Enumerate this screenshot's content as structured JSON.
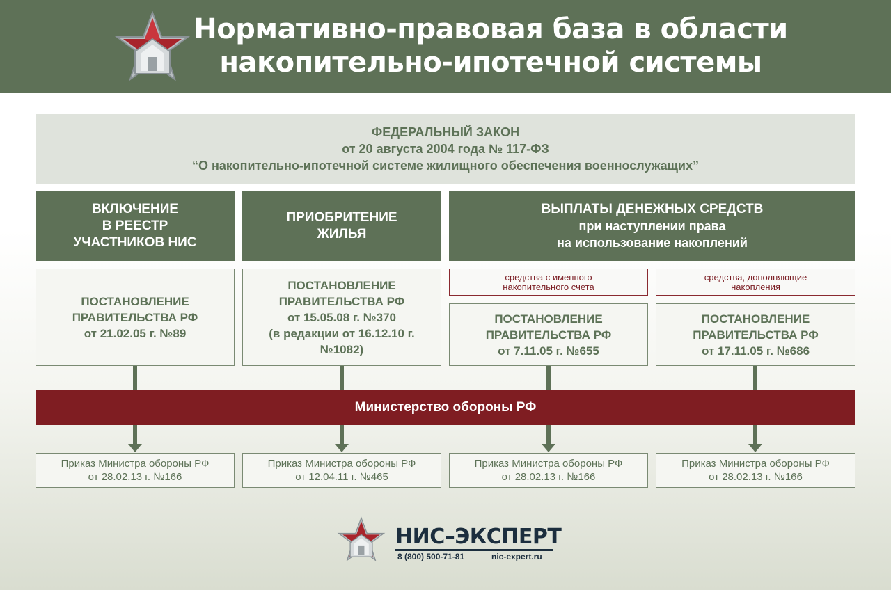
{
  "header": {
    "title_lines": [
      "Нормативно-правовая база в области",
      "накопительно-ипотечной системы"
    ]
  },
  "law": {
    "lines": [
      "ФЕДЕРАЛЬНЫЙ ЗАКОН",
      "от 20 августа 2004 года № 117-ФЗ",
      "“О накопительно-ипотечной системе жилищного обеспечения военнослужащих”"
    ]
  },
  "categories": [
    {
      "lines": [
        "ВКЛЮЧЕНИЕ",
        "В РЕЕСТР",
        "УЧАСТНИКОВ НИС"
      ]
    },
    {
      "lines": [
        "ПРИОБРИТЕНИЕ",
        "ЖИЛЬЯ"
      ]
    },
    {
      "lines": [
        "ВЫПЛАТЫ ДЕНЕЖНЫХ СРЕДСТВ",
        "при наступлении права",
        "на использование накоплений"
      ]
    }
  ],
  "notes": [
    {
      "lines": [
        "средства с именного",
        "накопительного счета"
      ]
    },
    {
      "lines": [
        "средства, дополняющие",
        "накопления"
      ]
    }
  ],
  "decrees": [
    {
      "lines": [
        "ПОСТАНОВЛЕНИЕ",
        "ПРАВИТЕЛЬСТВА РФ",
        "от 21.02.05 г. №89"
      ]
    },
    {
      "lines": [
        "ПОСТАНОВЛЕНИЕ",
        "ПРАВИТЕЛЬСТВА РФ",
        "от 15.05.08 г. №370",
        "(в редакции от 16.12.10 г.",
        "№1082)"
      ]
    },
    {
      "lines": [
        "ПОСТАНОВЛЕНИЕ",
        "ПРАВИТЕЛЬСТВА РФ",
        "от 7.11.05 г. №655"
      ]
    },
    {
      "lines": [
        "ПОСТАНОВЛЕНИЕ",
        "ПРАВИТЕЛЬСТВА РФ",
        "от 17.11.05 г. №686"
      ]
    }
  ],
  "ministry": {
    "label": "Министерство обороны РФ"
  },
  "orders": [
    {
      "lines": [
        "Приказ Министра обороны РФ",
        "от 28.02.13 г. №166"
      ]
    },
    {
      "lines": [
        "Приказ Министра обороны РФ",
        "от 12.04.11 г. №465"
      ]
    },
    {
      "lines": [
        "Приказ Министра обороны РФ",
        "от 28.02.13 г. №166"
      ]
    },
    {
      "lines": [
        "Приказ Министра обороны РФ",
        "от 28.02.13 г. №166"
      ]
    }
  ],
  "footer": {
    "brand": "НИС–ЭКСПЕРТ",
    "phone": "8 (800) 500-71-81",
    "site": "nic-expert.ru"
  },
  "colors": {
    "header_green": "#5e7157",
    "ministry_red": "#7f1d22",
    "text_green": "#5d7257",
    "brand_navy": "#1c2e3e"
  },
  "icons": [
    "star-house-emblem-icon"
  ]
}
